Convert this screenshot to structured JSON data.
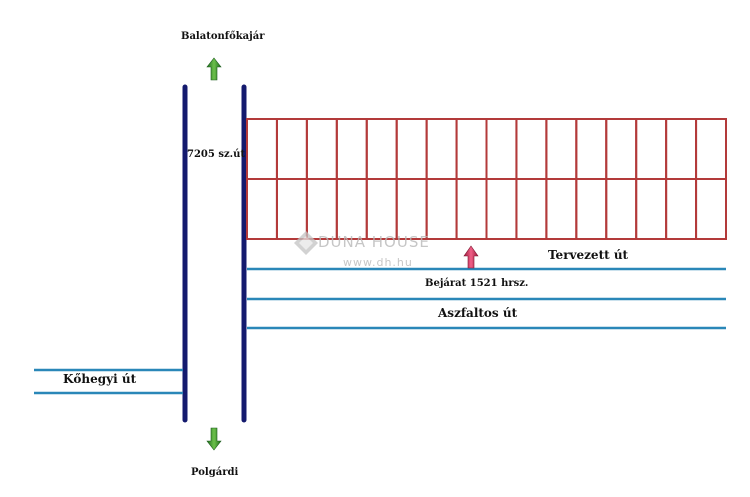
{
  "labels": {
    "north": "Balatonfőkajár",
    "south": "Polgárdi",
    "main_road": "7205 sz.út",
    "planned_road": "Tervezett út",
    "entrance": "Bejárat 1521 hrsz.",
    "asphalt_road": "Aszfaltos út",
    "side_road": "Kőhegyi út"
  },
  "watermark": {
    "brand": "DUNA HOUSE",
    "url": "www.dh.hu"
  },
  "plot_grid": {
    "rows": 2,
    "columns": 16
  },
  "colors": {
    "main_road": "#141a6e",
    "plot_lines": "#b33a3a",
    "minor_roads": "#2a87b8",
    "arrow_green": "#2e8b2e",
    "arrow_red": "#c8264f",
    "watermark": "#b8b8b8"
  }
}
